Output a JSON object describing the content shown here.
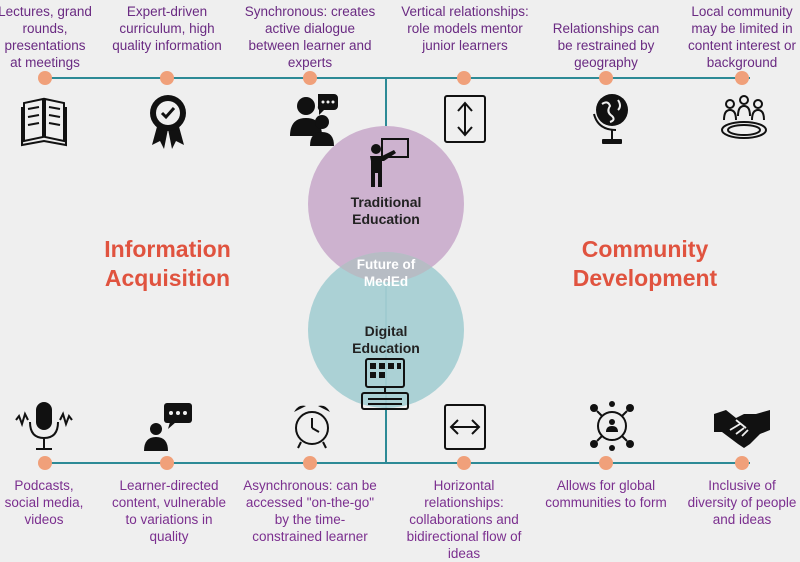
{
  "top_items": [
    {
      "icon": "book-icon",
      "text": "Lectures, grand rounds, presentations at meetings"
    },
    {
      "icon": "award-ribbon-icon",
      "text": "Expert-driven curriculum, high quality information"
    },
    {
      "icon": "expert-discussion-icon",
      "text": "Synchronous: creates active dialogue between learner and experts"
    },
    {
      "icon": "vertical-arrows-icon",
      "text": "Vertical relationships: role models mentor junior learners"
    },
    {
      "icon": "globe-icon",
      "text": "Relationships can be restrained by geography"
    },
    {
      "icon": "local-community-icon",
      "text": "Local community may be limited in content interest or background"
    }
  ],
  "bottom_items": [
    {
      "icon": "microphone-icon",
      "text": "Podcasts, social media, videos"
    },
    {
      "icon": "chat-user-icon",
      "text": "Learner-directed content, vulnerable to variations in quality"
    },
    {
      "icon": "alarm-clock-icon",
      "text": "Asynchronous: can be accessed \"on-the-go\" by the time-constrained learner"
    },
    {
      "icon": "horizontal-arrows-icon",
      "text": "Horizontal relationships: collaborations and bidirectional flow of ideas"
    },
    {
      "icon": "global-network-icon",
      "text": "Allows for global communities to form"
    },
    {
      "icon": "handshake-icon",
      "text": "Inclusive of diversity of people and ideas"
    }
  ],
  "headings": {
    "left": "Information Acquisition",
    "right": "Community Development"
  },
  "venn": {
    "top": "Traditional Education",
    "middle": "Future of MedEd",
    "bottom": "Digital Education"
  },
  "colors": {
    "line": "#2d8a96",
    "dot": "#f0a07a",
    "top_circle": "#cdb2cf",
    "bottom_circle": "#a6cfd3",
    "overlap": "#b7bcc4",
    "heading": "#e0533f",
    "item_text": "#6a2a82"
  }
}
